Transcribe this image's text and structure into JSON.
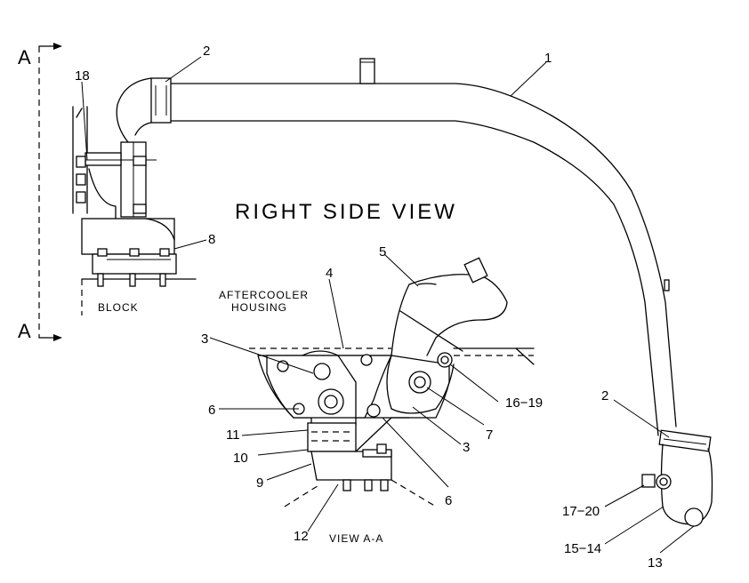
{
  "title": "RIGHT SIDE VIEW",
  "section_marker": "A",
  "labels": {
    "block": "BLOCK",
    "aftercooler_line1": "AFTERCOOLER",
    "aftercooler_line2": "HOUSING",
    "view": "VIEW A-A"
  },
  "callouts": {
    "c1": "1",
    "c2_top": "2",
    "c2_right": "2",
    "c3_left": "3",
    "c3_right": "3",
    "c4": "4",
    "c5": "5",
    "c6_left": "6",
    "c6_right": "6",
    "c7": "7",
    "c8": "8",
    "c9": "9",
    "c10": "10",
    "c11": "11",
    "c12": "12",
    "c13": "13",
    "c15_14": "15-14",
    "c16_19": "16-19",
    "c17_20": "17-20",
    "c18": "18"
  }
}
